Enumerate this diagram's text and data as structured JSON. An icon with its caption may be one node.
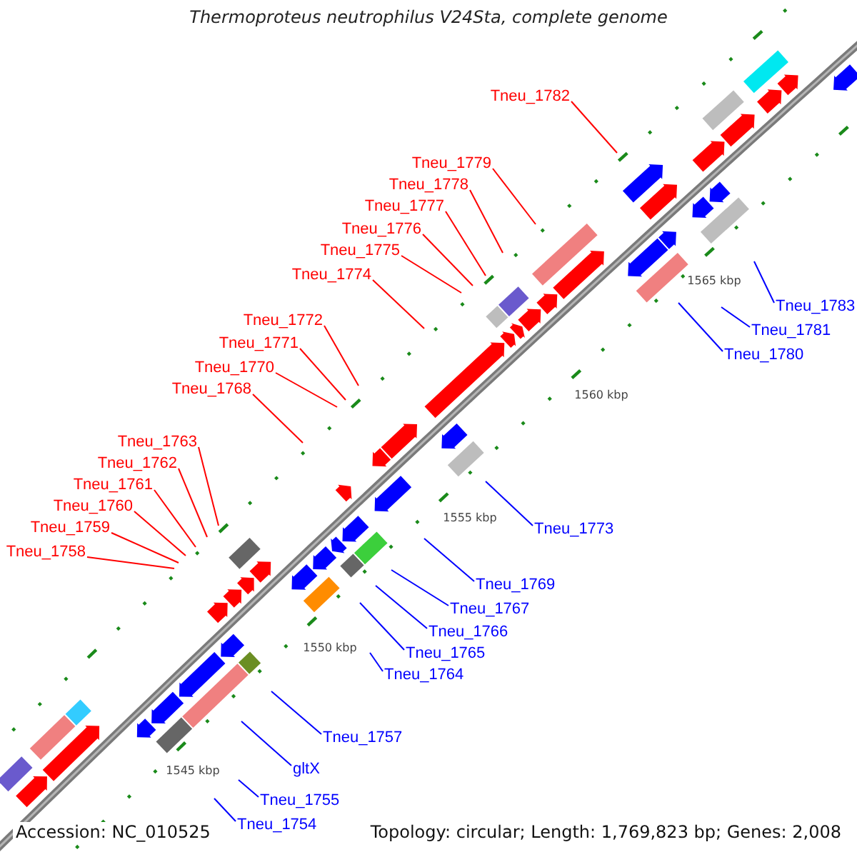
{
  "diagram": {
    "title": "Thermoproteus neutrophilus V24Sta, complete genome",
    "nodes": [
      {
        "text": [
          "Tneu_1782"
        ]
      },
      {
        "text": [
          "Tneu_1779"
        ]
      },
      {
        "text": [
          "Tneu_1778"
        ]
      },
      {
        "text": [
          "Tneu_1777"
        ]
      },
      {
        "text": [
          "Tneu_1776"
        ]
      },
      {
        "text": [
          "Tneu_1775"
        ]
      },
      {
        "text": [
          "Tneu_1774"
        ]
      },
      {
        "text": [
          "Tneu_1783"
        ]
      },
      {
        "text": [
          "Tneu_1772"
        ]
      },
      {
        "text": [
          "Tneu_1781"
        ]
      },
      {
        "text": [
          "Tneu_1771"
        ]
      },
      {
        "text": [
          "Tneu_1780"
        ]
      },
      {
        "text": [
          "Tneu_1770"
        ]
      },
      {
        "text": [
          "Tneu_1768"
        ]
      },
      {
        "text": [
          "Tneu_1763"
        ]
      },
      {
        "text": [
          "Tneu_1762"
        ]
      },
      {
        "text": [
          "Tneu_1761"
        ]
      },
      {
        "text": [
          "Tneu_1760"
        ]
      },
      {
        "text": [
          "Tneu_1759"
        ]
      },
      {
        "text": [
          "Tneu_1773"
        ]
      },
      {
        "text": [
          "Tneu_1758"
        ]
      },
      {
        "text": [
          "Tneu_1769"
        ]
      },
      {
        "text": [
          "Tneu_1767"
        ]
      },
      {
        "text": [
          "Tneu_1766"
        ]
      },
      {
        "text": [
          "Tneu_1765"
        ]
      },
      {
        "text": [
          "Tneu_1764"
        ]
      },
      {
        "text": [
          "Tneu_1757"
        ]
      },
      {
        "text": [
          "gltX"
        ]
      },
      {
        "text": [
          "Tneu_1755"
        ]
      },
      {
        "text": [
          "Tneu_1754"
        ]
      }
    ],
    "edges": [
      {
        "from": 0,
        "to": null,
        "arrow": "none",
        "color": "#ff0000"
      },
      {
        "from": 1,
        "to": null,
        "arrow": "none",
        "color": "#ff0000"
      },
      {
        "from": 2,
        "to": null,
        "arrow": "none",
        "color": "#ff0000"
      },
      {
        "from": 3,
        "to": null,
        "arrow": "none",
        "color": "#ff0000"
      },
      {
        "from": 4,
        "to": null,
        "arrow": "none",
        "color": "#ff0000"
      },
      {
        "from": 5,
        "to": null,
        "arrow": "none",
        "color": "#ff0000"
      },
      {
        "from": 6,
        "to": null,
        "arrow": "none",
        "color": "#ff0000"
      },
      {
        "from": 7,
        "to": null,
        "arrow": "none",
        "color": "#0000ff"
      },
      {
        "from": 8,
        "to": null,
        "arrow": "none",
        "color": "#ff0000"
      },
      {
        "from": 9,
        "to": null,
        "arrow": "none",
        "color": "#0000ff"
      },
      {
        "from": 10,
        "to": null,
        "arrow": "none",
        "color": "#ff0000"
      },
      {
        "from": 11,
        "to": null,
        "arrow": "none",
        "color": "#0000ff"
      },
      {
        "from": 12,
        "to": null,
        "arrow": "none",
        "color": "#ff0000"
      },
      {
        "from": 13,
        "to": null,
        "arrow": "none",
        "color": "#ff0000"
      },
      {
        "from": 14,
        "to": null,
        "arrow": "none",
        "color": "#ff0000"
      },
      {
        "from": 15,
        "to": null,
        "arrow": "none",
        "color": "#ff0000"
      },
      {
        "from": 16,
        "to": null,
        "arrow": "none",
        "color": "#ff0000"
      },
      {
        "from": 17,
        "to": null,
        "arrow": "none",
        "color": "#ff0000"
      },
      {
        "from": 18,
        "to": null,
        "arrow": "none",
        "color": "#ff0000"
      },
      {
        "from": 19,
        "to": null,
        "arrow": "none",
        "color": "#0000ff"
      },
      {
        "from": 20,
        "to": null,
        "arrow": "none",
        "color": "#ff0000"
      },
      {
        "from": 21,
        "to": null,
        "arrow": "none",
        "color": "#0000ff"
      },
      {
        "from": 22,
        "to": null,
        "arrow": "none",
        "color": "#0000ff"
      },
      {
        "from": 23,
        "to": null,
        "arrow": "none",
        "color": "#0000ff"
      },
      {
        "from": 24,
        "to": null,
        "arrow": "none",
        "color": "#0000ff"
      },
      {
        "from": 25,
        "to": null,
        "arrow": "none",
        "color": "#0000ff"
      },
      {
        "from": 26,
        "to": null,
        "arrow": "none",
        "color": "#0000ff"
      },
      {
        "from": 27,
        "to": null,
        "arrow": "none",
        "color": "#0000ff"
      },
      {
        "from": 28,
        "to": null,
        "arrow": "none",
        "color": "#0000ff"
      },
      {
        "from": 29,
        "to": null,
        "arrow": "none",
        "color": "#0000ff"
      }
    ],
    "labels": [
      "1565 kbp",
      "1560 kbp",
      "1555 kbp",
      "1550 kbp",
      "1545 kbp",
      "Accession: NC_010525",
      "Topology: circular; Length: 1,769,823 bp; Genes: 2,008"
    ]
  }
}
